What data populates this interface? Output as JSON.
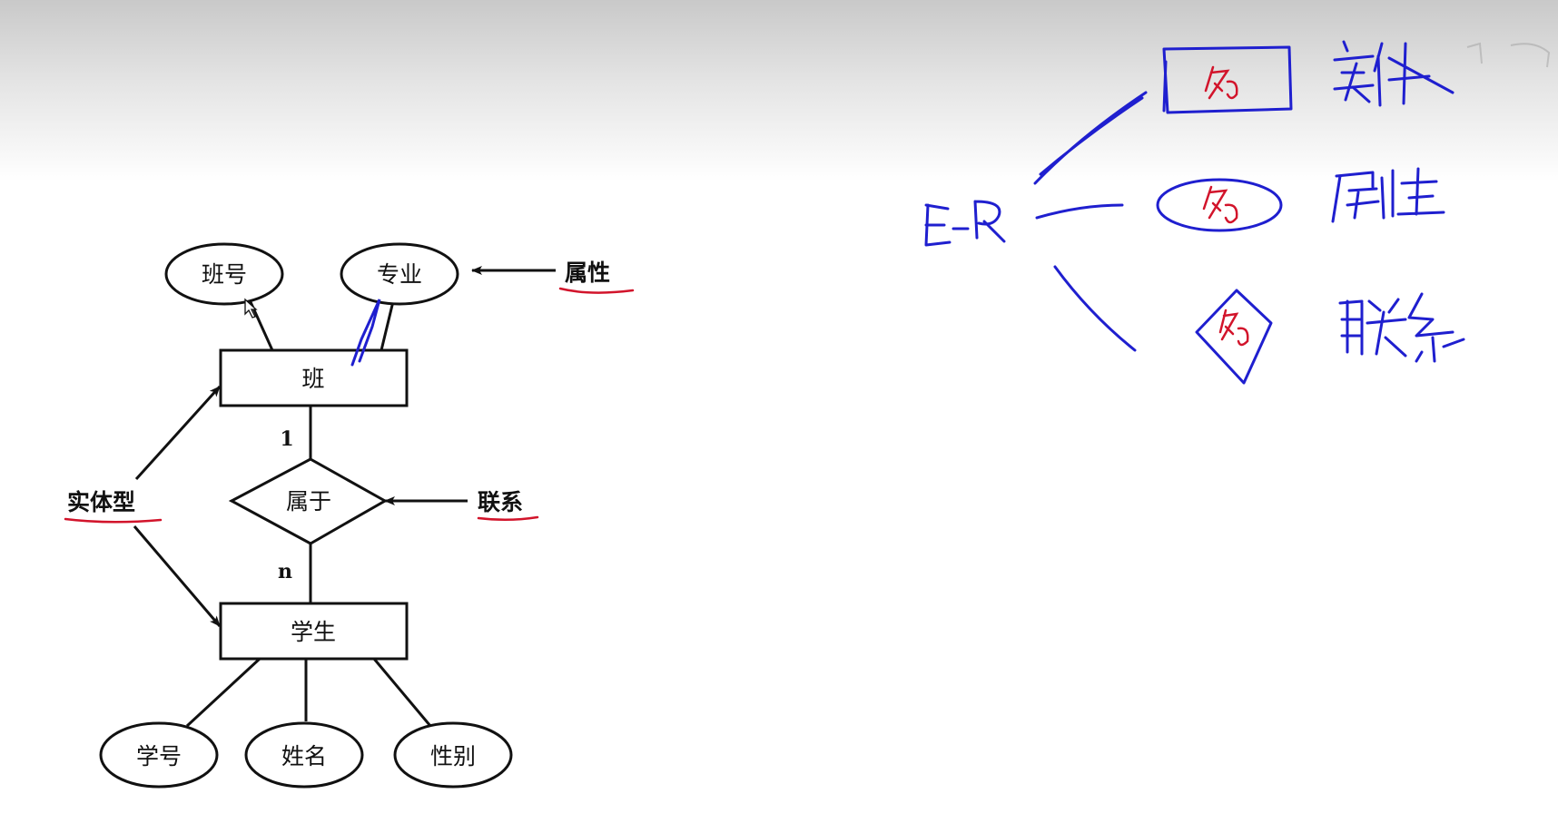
{
  "er_diagram": {
    "entities": [
      {
        "id": "class",
        "label": "班"
      },
      {
        "id": "student",
        "label": "学生"
      }
    ],
    "relationship": {
      "label": "属于"
    },
    "cardinality": {
      "top": "1",
      "bottom": "n"
    },
    "attributes": {
      "class": [
        "班号",
        "专业"
      ],
      "student": [
        "学号",
        "姓名",
        "性别"
      ]
    },
    "callouts": {
      "attribute": "属性",
      "entity_type": "实体型",
      "relationship": "联系"
    }
  },
  "handwritten_notes": {
    "root": "E-R",
    "shape_marks": [
      "名",
      "名",
      "名"
    ],
    "meanings": [
      "实体",
      "属性",
      "联系"
    ]
  },
  "colors": {
    "ink_blue": "#1f1fcf",
    "ink_red": "#d2142b",
    "print_black": "#111111"
  }
}
